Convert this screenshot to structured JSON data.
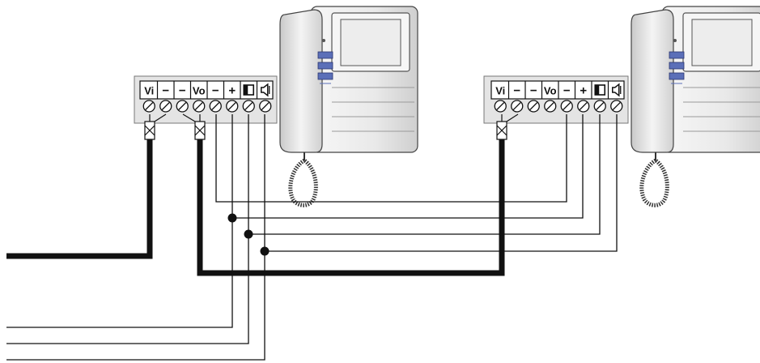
{
  "terminal_blocks": [
    {
      "id": "left",
      "labels": [
        "Vi",
        "−",
        "−",
        "Vo",
        "−",
        "+",
        "door-release-symbol",
        "speaker-symbol"
      ]
    },
    {
      "id": "right",
      "labels": [
        "Vi",
        "−",
        "−",
        "Vo",
        "−",
        "+",
        "door-release-symbol",
        "speaker-symbol"
      ]
    }
  ],
  "monitors": [
    {
      "id": "monitor-1",
      "buttons": [
        "key-button",
        "light-button",
        "blank-button"
      ]
    },
    {
      "id": "monitor-2",
      "buttons": [
        "key-button",
        "light-button",
        "blank-button"
      ]
    }
  ],
  "colors": {
    "block_fill": "#e4e4e4",
    "terminal_fill": "#ffffff",
    "wire": "#111111",
    "button_blue": "#5b6fb8",
    "monitor_light": "#f2f2f2",
    "monitor_mid": "#d9d9d9"
  }
}
